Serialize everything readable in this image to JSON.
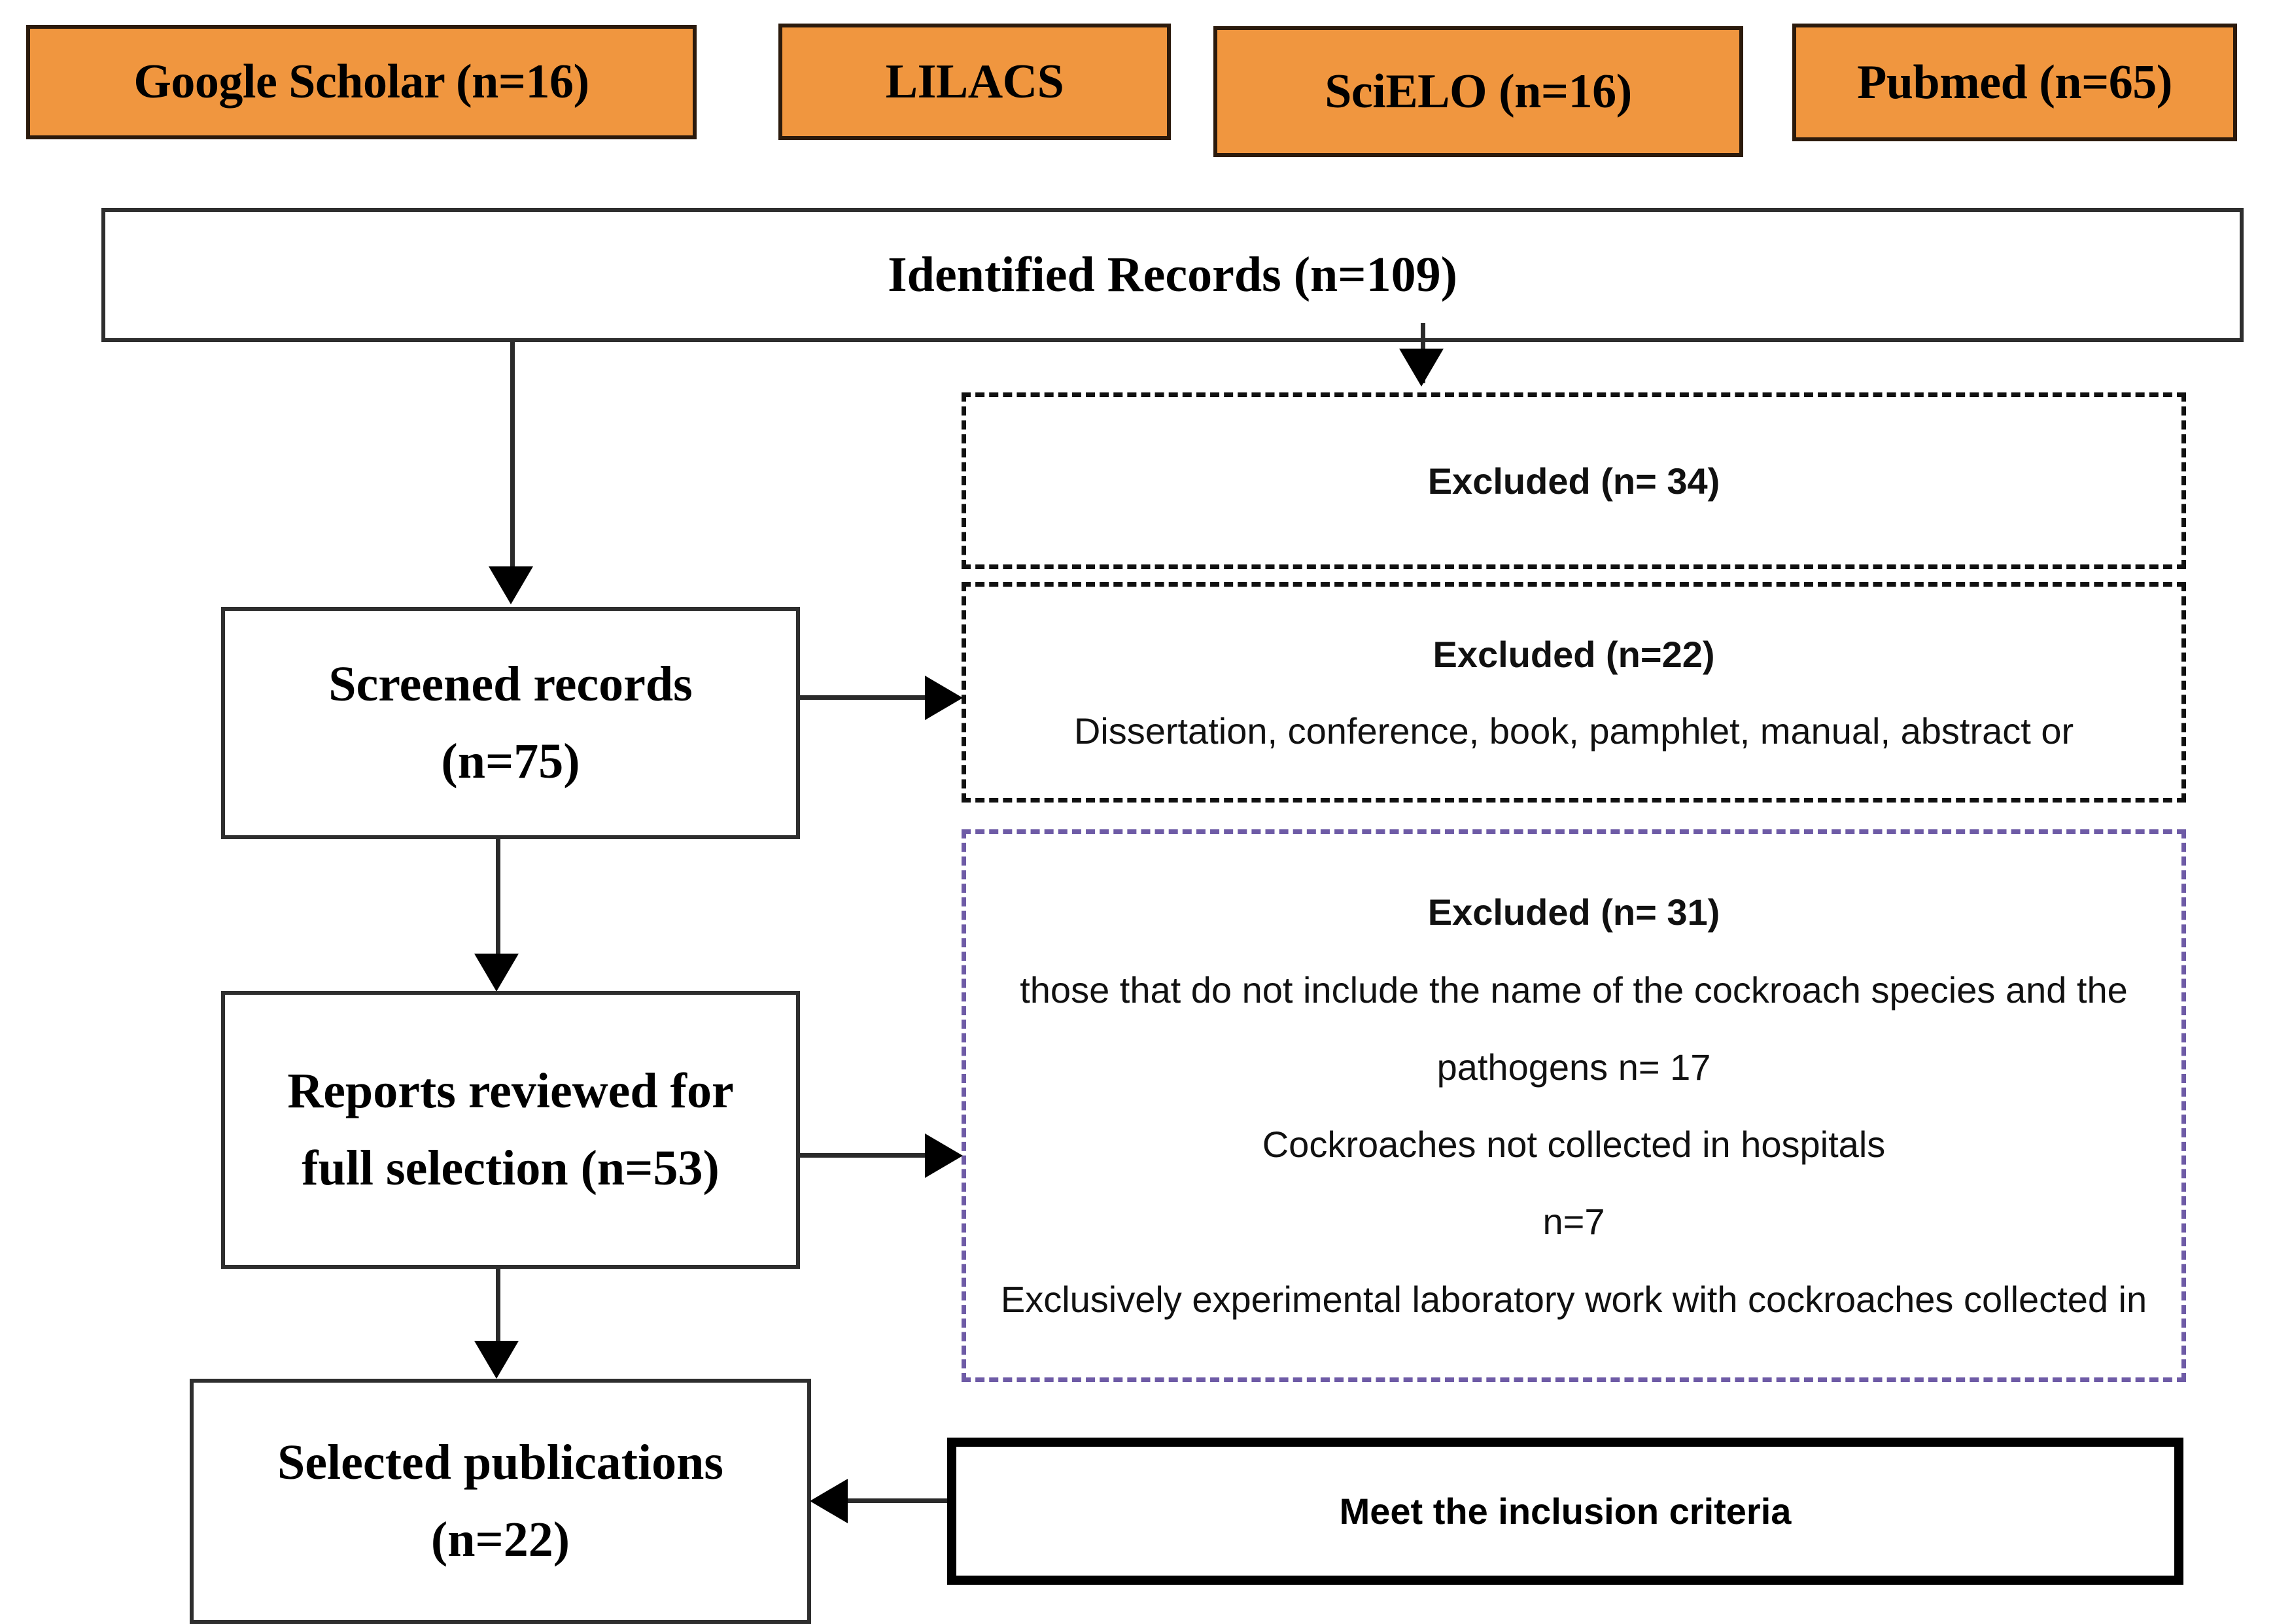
{
  "diagram": {
    "title": "PRISMA study selection flow diagram",
    "colors": {
      "source_box_fill": "#F0963F",
      "source_box_border": "#2B1A0C",
      "flow_box_border": "#2E2E2E",
      "dashed_border_black": "#111111",
      "dashed_border_purple": "#6E5BA6",
      "thick_box_border": "#000000",
      "connector": "#2A2A2A",
      "background": "#FFFFFF"
    },
    "sources": [
      {
        "label": "Google Scholar (n=16)",
        "name": "google-scholar",
        "count": 16
      },
      {
        "label": "LILACS",
        "name": "lilacs",
        "count": null
      },
      {
        "label": "SciELO (n=16)",
        "name": "scielo",
        "count": 16
      },
      {
        "label": "Pubmed (n=65)",
        "name": "pubmed",
        "count": 65
      }
    ],
    "identified": {
      "label": "Identified Records (n=109)",
      "count": 109
    },
    "screened": {
      "line1": "Screened records",
      "line2": "(n=75)",
      "count": 75
    },
    "reports": {
      "line1": "Reports reviewed for",
      "line2": "full selection (n=53)",
      "count": 53
    },
    "selected": {
      "line1": "Selected publications",
      "line2": "(n=22)",
      "count": 22
    },
    "inclusion": {
      "label": "Meet the inclusion criteria"
    },
    "excluded_34": {
      "title": "Excluded (n= 34)",
      "count": 34
    },
    "excluded_22": {
      "title": "Excluded (n=22)",
      "count": 22,
      "reason": "Dissertation,  conference, book, pamphlet, manual, abstract or"
    },
    "excluded_31": {
      "title": "Excluded (n= 31)",
      "count": 31,
      "reasons": [
        "those that do not include the name of the cockroach species and the",
        "pathogens n= 17",
        "Cockroaches not collected in hospitals",
        "n=7",
        "Exclusively experimental laboratory work with  cockroaches collected in"
      ]
    }
  }
}
